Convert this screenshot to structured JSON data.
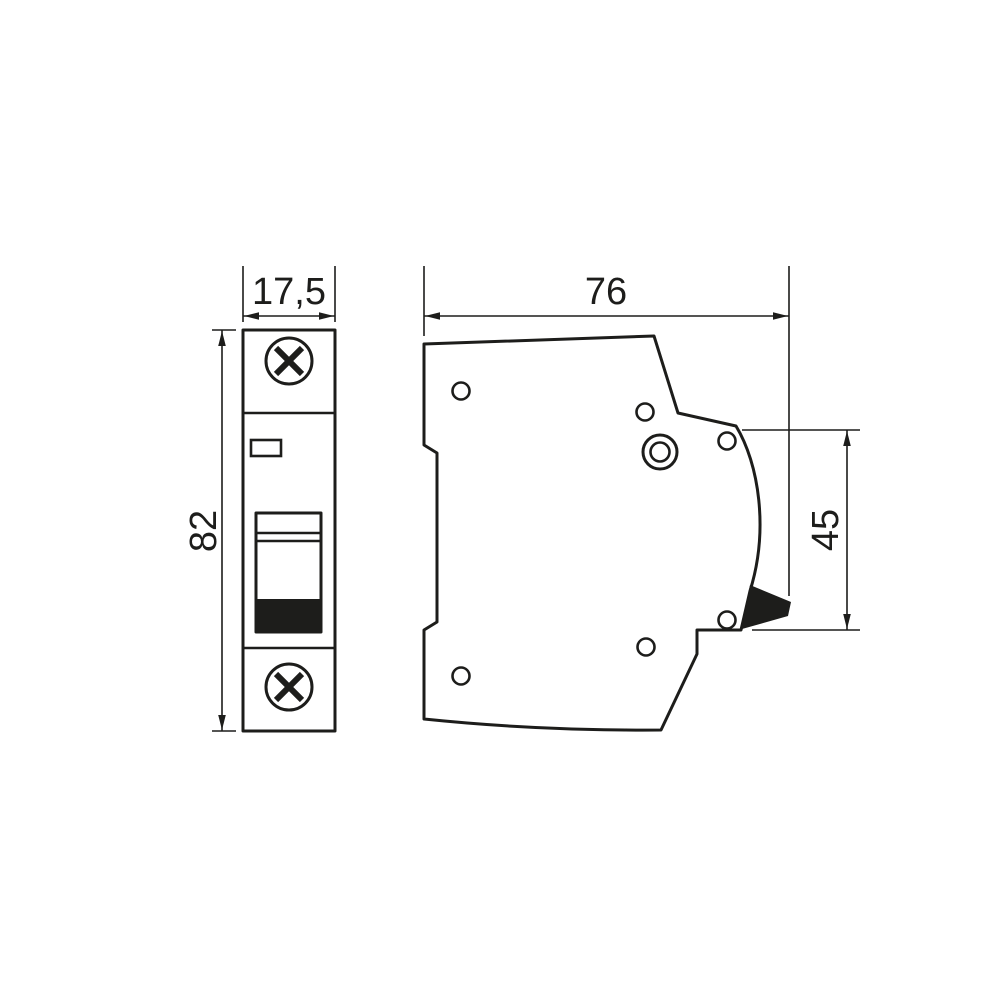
{
  "drawing": {
    "type": "technical-dimension-drawing",
    "subject": "1-pole modular circuit breaker, front and side views",
    "front_view": {
      "width_label": "17,5",
      "height_label": "82"
    },
    "side_view": {
      "width_label": "76",
      "depth_label": "45"
    },
    "colors": {
      "line": "#1d1d1b",
      "background": "#ffffff"
    }
  }
}
